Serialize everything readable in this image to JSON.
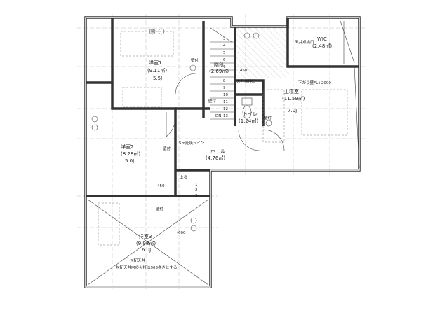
{
  "rooms": {
    "room1": {
      "name": "洋室1",
      "area": "(9.11㎡)",
      "size": "5.5J"
    },
    "stairs": {
      "name": "階段",
      "area": "(2.69㎡)",
      "steps": [
        "3",
        "4",
        "5",
        "6",
        "7",
        "8",
        "9",
        "10",
        "11",
        "12",
        "13"
      ],
      "dn": "DN"
    },
    "room2": {
      "name": "洋室2",
      "area": "(8.28㎡)",
      "size": "5.0J"
    },
    "hall": {
      "name": "ホール",
      "area": "(4.76㎡)"
    },
    "toilet": {
      "name": "トイレ",
      "area": "(1.24㎡)"
    },
    "master": {
      "name": "主寝室",
      "area": "(11.59㎡)",
      "size": "7.0J"
    },
    "wic": {
      "name": "WIC",
      "area": "(2.48㎡)"
    },
    "room3": {
      "name": "洋室3",
      "area": "(9.98㎡)",
      "size": "6.0J"
    }
  },
  "notes": {
    "fire_line": "5m延焼ライン",
    "ceiling_access_1": "天井点検口",
    "ceiling_access_2": "天井点検口",
    "drop_wall": "下がり壁FL+2000",
    "sloped_ceiling": "勾配天井",
    "sloped_note": "勾配天井内の火打は903巻きとする",
    "minus600": "-600",
    "wall_mount": "壁付",
    "dim_450": "450",
    "up": "上る",
    "mark": "照",
    "stair2": [
      "1",
      "2",
      "3"
    ]
  }
}
